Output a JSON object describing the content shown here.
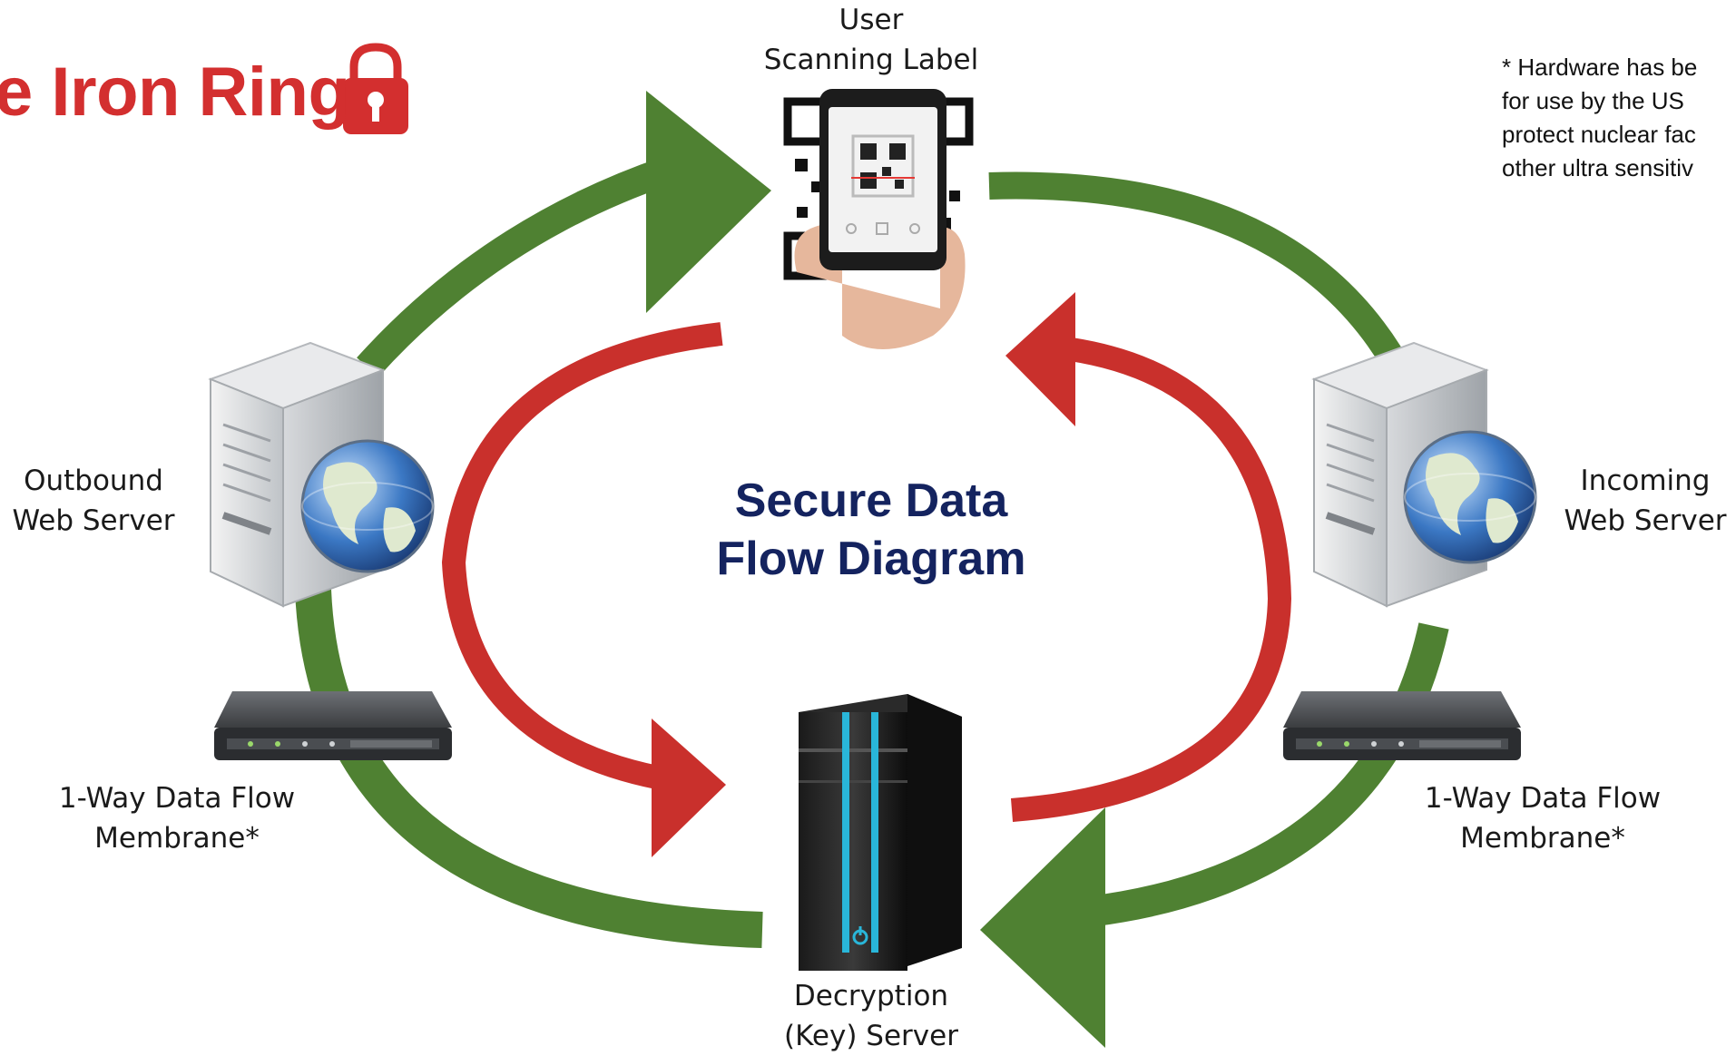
{
  "brand": {
    "title": "e Iron Ring",
    "icon": "padlock-icon",
    "color": "#d32f2f"
  },
  "note": "* Hardware has be\nfor use by the US\nprotect nuclear fac\nother ultra sensitiv",
  "diagram_title": "Secure Data\nFlow Diagram",
  "nodes": {
    "scanner": {
      "label": "User\nScanning Label",
      "icon": "phone-qr-scan-icon"
    },
    "outbound": {
      "label": "Outbound\nWeb Server",
      "icon": "web-server-globe-icon"
    },
    "incoming": {
      "label": "Incoming\nWeb Server",
      "icon": "web-server-globe-icon"
    },
    "membrane_left": {
      "label": "1-Way Data Flow\nMembrane*",
      "icon": "network-appliance-icon"
    },
    "membrane_right": {
      "label": "1-Way Data Flow\nMembrane*",
      "icon": "network-appliance-icon"
    },
    "decryption": {
      "label": "Decryption\n(Key) Server",
      "icon": "server-tower-icon"
    }
  },
  "colors": {
    "outer_arrows": "#4f8132",
    "inner_arrows": "#c9302c",
    "title": "#14235f"
  }
}
